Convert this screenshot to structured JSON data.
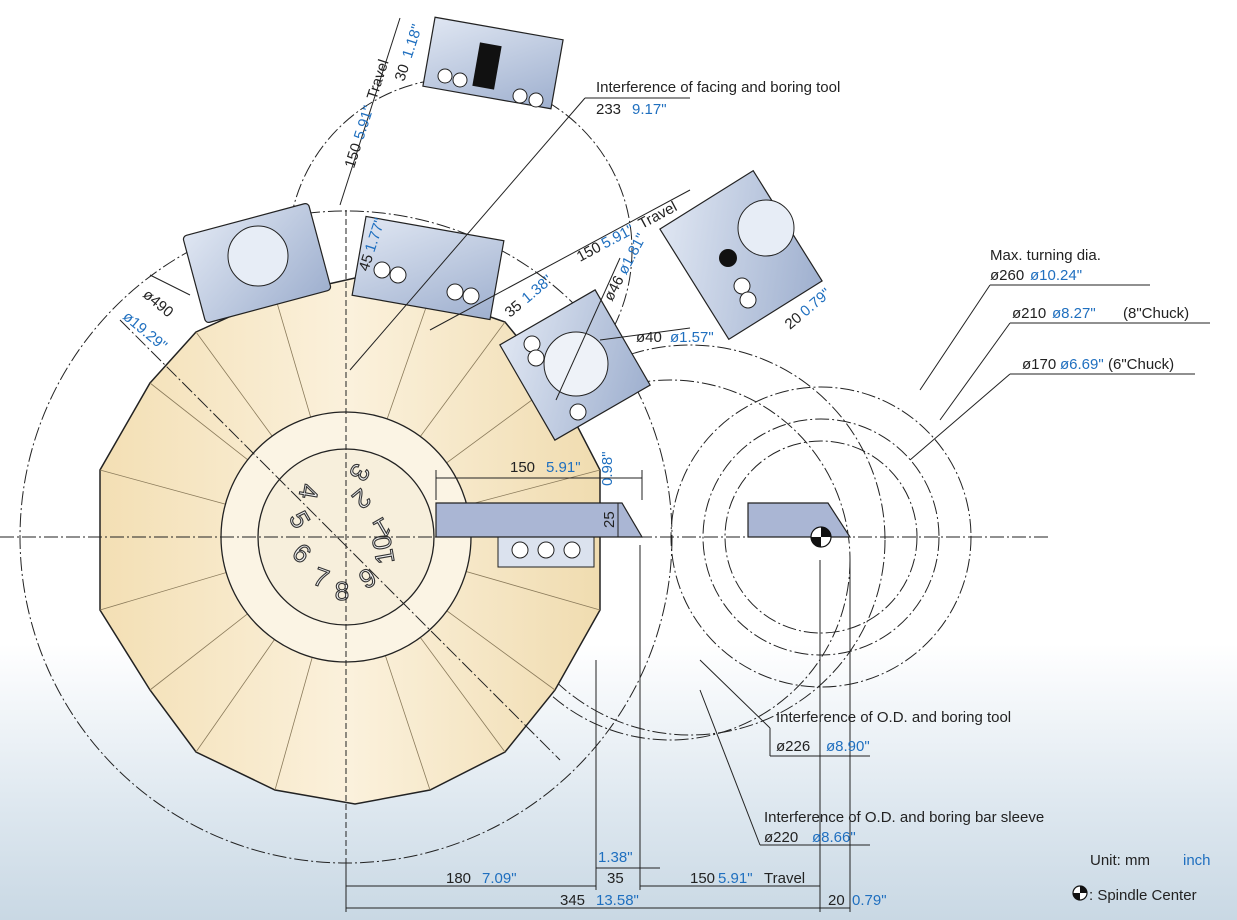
{
  "labels": {
    "travel_top_mm": "150",
    "travel_top_in": "5.91\"",
    "travel_top_word": "Travel",
    "dim30_mm": "30",
    "dim30_in": "1.18\"",
    "dim45_mm": "45",
    "dim45_in": "1.77\"",
    "interf_facing_title": "Interference of facing and boring tool",
    "interf_facing_mm": "233",
    "interf_facing_in": "9.17\"",
    "travel_right_mm": "150",
    "travel_right_in": "5.91\"",
    "travel_right_word": "Travel",
    "dim35_mm": "35",
    "dim35_in": "1.38\"",
    "d46_mm": "ø46",
    "d46_in": "ø1.81\"",
    "d40_mm": "ø40",
    "d40_in": "ø1.57\"",
    "dim20r_mm": "20",
    "dim20r_in": "0.79\"",
    "d490_mm": "ø490",
    "d490_in": "ø19.29\"",
    "max_turn_title": "Max. turning dia.",
    "d260_mm": "ø260",
    "d260_in": "ø10.24\"",
    "d210_mm": "ø210",
    "d210_in": "ø8.27\"",
    "d210_note": "(8\"Chuck)",
    "d170_mm": "ø170",
    "d170_in": "ø6.69\"",
    "d170_note": "(6\"Chuck)",
    "dim150c_mm": "150",
    "dim150c_in": "5.91\"",
    "dim25_mm": "25",
    "dim25_in": "0.98\"",
    "interf_od_boring_title": "Interference of O.D. and boring tool",
    "d226_mm": "ø226",
    "d226_in": "ø8.90\"",
    "interf_od_sleeve_title": "Interference of O.D. and boring bar sleeve",
    "d220_mm": "ø220",
    "d220_in": "ø8.66\"",
    "bot_138_in": "1.38\"",
    "bot_35_mm": "35",
    "bot_180_mm": "180",
    "bot_180_in": "7.09\"",
    "bot_150_mm": "150",
    "bot_150_in": "5.91\"",
    "bot_150_word": "Travel",
    "bot_345_mm": "345",
    "bot_345_in": "13.58\"",
    "bot_20_mm": "20",
    "bot_20_in": "0.79\"",
    "unit_prefix": "Unit: mm",
    "unit_inch": "inch",
    "spindle_label": ": Spindle Center",
    "station_numbers": [
      "1",
      "2",
      "3",
      "4",
      "5",
      "6",
      "7",
      "8",
      "9",
      "10"
    ]
  },
  "colors": {
    "inch_blue": "#1f6fbf",
    "turret_fill": "#f6e7c4",
    "tool_fill": "#aab6d4",
    "holder_fill": "#b9c6dd"
  }
}
